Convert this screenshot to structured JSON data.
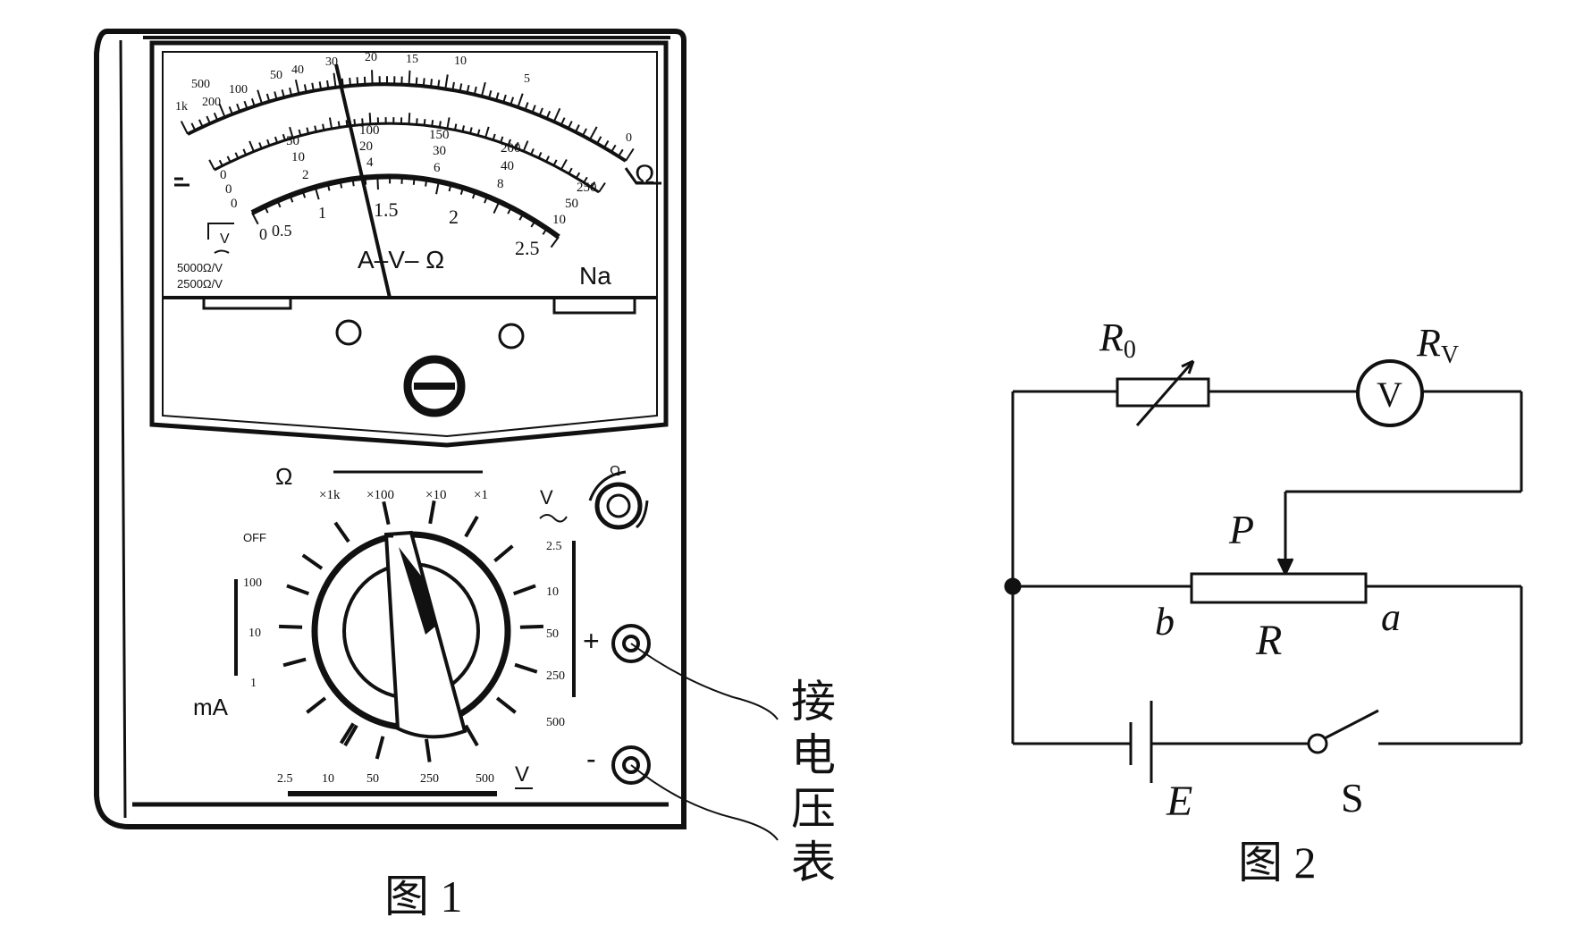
{
  "meter": {
    "ohm_scale": [
      "1k",
      "500",
      "200",
      "100",
      "50",
      "40",
      "30",
      "20",
      "15",
      "10",
      "5",
      "0"
    ],
    "ohm_symbol": "Ω",
    "dc_scale_250": [
      "0",
      "50",
      "100",
      "150",
      "200",
      "250"
    ],
    "dc_scale_50": [
      "0",
      "10",
      "20",
      "30",
      "40",
      "50"
    ],
    "dc_scale_10": [
      "0",
      "2",
      "4",
      "6",
      "8",
      "10"
    ],
    "ac_scale": [
      "0",
      "0.5",
      "1",
      "1.5",
      "2",
      "2.5"
    ],
    "face_label": "A–V– Ω",
    "brand": "Na",
    "sensitivity_dc": "5000Ω/V",
    "sensitivity_ac": "2500Ω/V",
    "v_ac_mark": "V",
    "dial": {
      "ohm_label": "Ω",
      "ohm_ranges": [
        "×1k",
        "×100",
        "×10",
        "×1"
      ],
      "v_ac_label": "V",
      "v_ac_ranges": [
        "2.5",
        "10",
        "50",
        "250",
        "500"
      ],
      "off_label": "OFF",
      "ma_ranges": [
        "100",
        "10",
        "1"
      ],
      "ma_label": "mA",
      "v_dc_ranges": [
        "2.5",
        "10",
        "50",
        "250",
        "500"
      ],
      "v_dc_label": "V",
      "zero_adjust_label": "Ω"
    },
    "plus": "+",
    "minus": "-",
    "connect_label": [
      "接",
      "电",
      "压",
      "表"
    ],
    "caption": "图 1"
  },
  "circuit": {
    "r0_label": "R",
    "r0_sub": "0",
    "rv_label": "R",
    "rv_sub": "V",
    "voltmeter_symbol": "V",
    "p_label": "P",
    "b_label": "b",
    "r_label": "R",
    "a_label": "a",
    "e_label": "E",
    "s_label": "S",
    "caption": "图 2"
  }
}
